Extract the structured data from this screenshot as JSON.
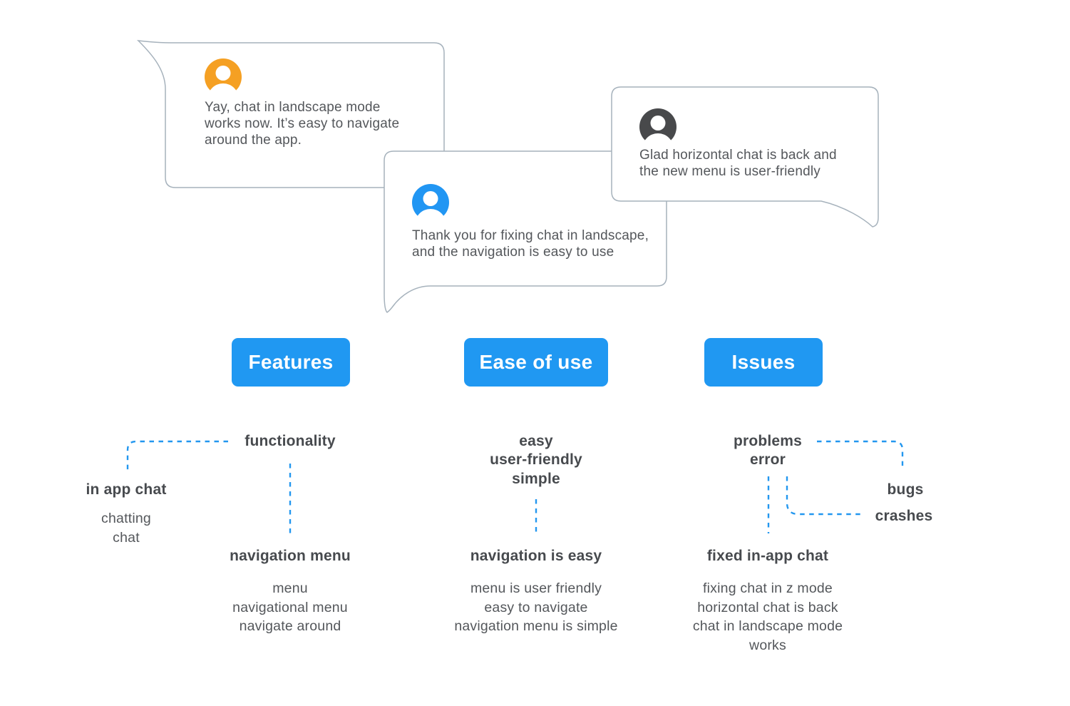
{
  "quotes": [
    {
      "avatar_icon": "user-avatar-icon",
      "avatar_color": "#F5A023",
      "text": "Yay, chat in landscape mode works now. It’s easy to navigate around the app."
    },
    {
      "avatar_icon": "user-avatar-icon",
      "avatar_color": "#2196F3",
      "text": "Thank you for fixing chat in landscape, and the navigation is easy to use"
    },
    {
      "avatar_icon": "user-avatar-icon",
      "avatar_color": "#48494B",
      "text": "Glad horizontal chat is back and the new menu is user-friendly"
    }
  ],
  "buttons": [
    {
      "label": "Features"
    },
    {
      "label": "Ease of use"
    },
    {
      "label": "Issues"
    }
  ],
  "keywords": {
    "features": {
      "main": [
        "functionality"
      ],
      "side": {
        "term": "in app chat",
        "variants": [
          "chatting",
          "chat"
        ]
      },
      "sub": {
        "term": "navigation menu",
        "variants": [
          "menu",
          "navigational menu",
          "navigate around"
        ]
      }
    },
    "ease_of_use": {
      "main": [
        "easy",
        "user-friendly",
        "simple"
      ],
      "sub": {
        "term": "navigation is easy",
        "variants": [
          "menu is user friendly",
          "easy to navigate",
          "navigation menu is simple"
        ]
      }
    },
    "issues": {
      "main": [
        "problems",
        "error"
      ],
      "side": [
        {
          "term": "bugs"
        },
        {
          "term": "crashes"
        }
      ],
      "sub": {
        "term": "fixed in-app chat",
        "variants": [
          "fixing chat in z mode",
          "horizontal chat is back",
          "chat in landscape mode works"
        ]
      }
    }
  },
  "colors": {
    "button_blue": "#2098F2",
    "connector_blue": "#2397EF",
    "avatar_orange": "#F5A023",
    "avatar_blue": "#2196F3",
    "avatar_dark": "#48494B",
    "bubble_border": "#A6B2BC",
    "text_body": "#54575B",
    "text_bold": "#474A4E"
  }
}
